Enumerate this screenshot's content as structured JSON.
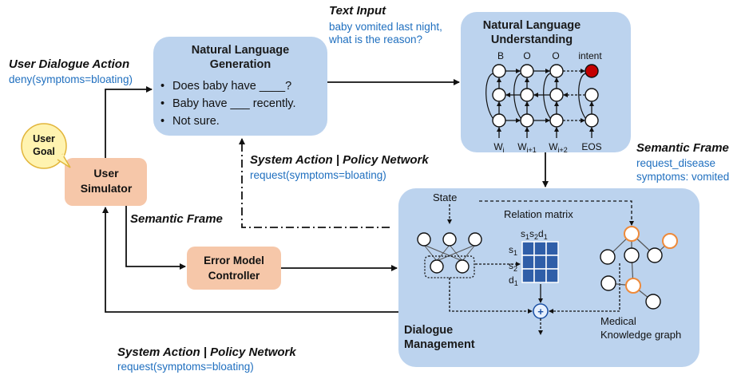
{
  "labels": {
    "text_input_title": "Text Input",
    "text_input_line1": "baby vomited last night,",
    "text_input_line2": "what is the reason?",
    "user_dialogue_action_title": "User Dialogue Action",
    "user_dialogue_action_value": "deny(symptoms=bloating)",
    "system_action_title_mid": "System Action | Policy Network",
    "system_action_value_mid": "request(symptoms=bloating)",
    "semantic_frame_left": "Semantic Frame",
    "semantic_frame_right_title": "Semantic Frame",
    "semantic_frame_right_line1": "request_disease",
    "semantic_frame_right_line2": "symptoms: vomited",
    "system_action_title_bottom": "System Action | Policy Network",
    "system_action_value_bottom": "request(symptoms=bloating)"
  },
  "nlg": {
    "title_line1": "Natural Language",
    "title_line2": "Generation",
    "bullets": [
      "Does baby have ____?",
      "Baby have ___  recently.",
      "Not sure."
    ]
  },
  "nlu": {
    "title_line1": "Natural Language",
    "title_line2": "Understanding",
    "tags": [
      "B",
      "O",
      "O",
      "intent"
    ],
    "inputs": [
      "W",
      "W",
      "W",
      "EOS"
    ],
    "input_subscripts": [
      "i",
      "i+1",
      "i+2",
      ""
    ]
  },
  "user_goal": {
    "line1": "User",
    "line2": "Goal"
  },
  "user_simulator": {
    "line1": "User",
    "line2": "Simulator"
  },
  "error_model": {
    "line1": "Error Model",
    "line2": "Controller"
  },
  "dm": {
    "state_label": "State",
    "relation_matrix_label": "Relation matrix",
    "col_headers": [
      "s",
      "s",
      "d"
    ],
    "row_labels": [
      "s",
      "s",
      "d"
    ],
    "subscripts": [
      "1",
      "2",
      "1"
    ],
    "title_line1": "Dialogue",
    "title_line2": "Management",
    "kg_line1": "Medical",
    "kg_line2": "Knowledge graph",
    "plus": "+"
  },
  "colors": {
    "box_blue": "#bcd3ee",
    "box_orange": "#f6c7a9",
    "goal_yellow": "#fff3b0",
    "goal_border": "#e2b53a",
    "intent_red": "#c40000",
    "matrix_blue": "#2f5ea8",
    "kg_orange_border": "#ee8a3a",
    "text_blue": "#1f6fbf"
  }
}
